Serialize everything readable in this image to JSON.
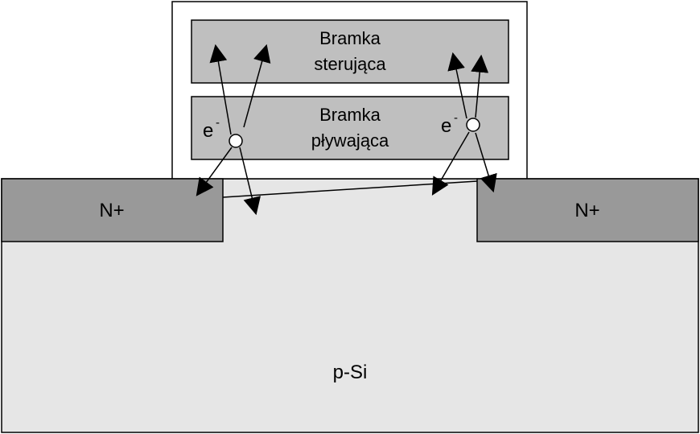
{
  "labels": {
    "control_gate_line1": "Bramka",
    "control_gate_line2": "sterująca",
    "floating_gate_line1": "Bramka",
    "floating_gate_line2": "pływająca",
    "source_region": "N+",
    "drain_region": "N+",
    "substrate": "p-Si",
    "electron_left": "e",
    "electron_left_charge": "-",
    "electron_right": "e",
    "electron_right_charge": "-"
  },
  "colors": {
    "substrate_fill": "#e6e6e6",
    "doped_region_fill": "#999999",
    "gate_fill": "#bfbfbf",
    "oxide_fill": "#ffffff",
    "outline": "#000000"
  }
}
